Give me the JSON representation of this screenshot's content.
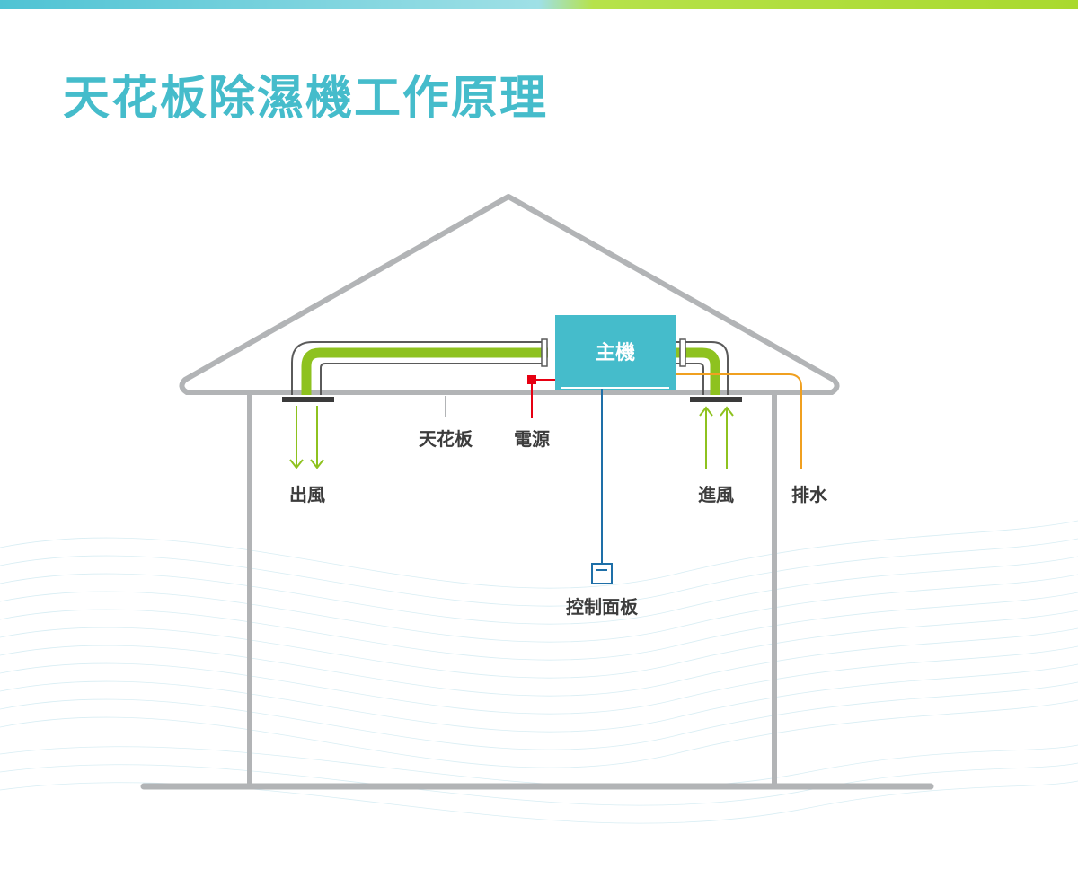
{
  "title": "天花板除濕機工作原理",
  "labels": {
    "main_unit": "主機",
    "ceiling": "天花板",
    "power": "電源",
    "outlet_air": "出風",
    "inlet_air": "進風",
    "drain": "排水",
    "control_panel": "控制面板"
  },
  "colors": {
    "title": "#45bccb",
    "house": "#b2b4b6",
    "duct_fill": "#8ec21f",
    "main_unit": "#45bccb",
    "power_line": "#e60012",
    "drain_line": "#f0a020",
    "control_line": "#1e6fa8",
    "air_arrow": "#8ec21f"
  }
}
